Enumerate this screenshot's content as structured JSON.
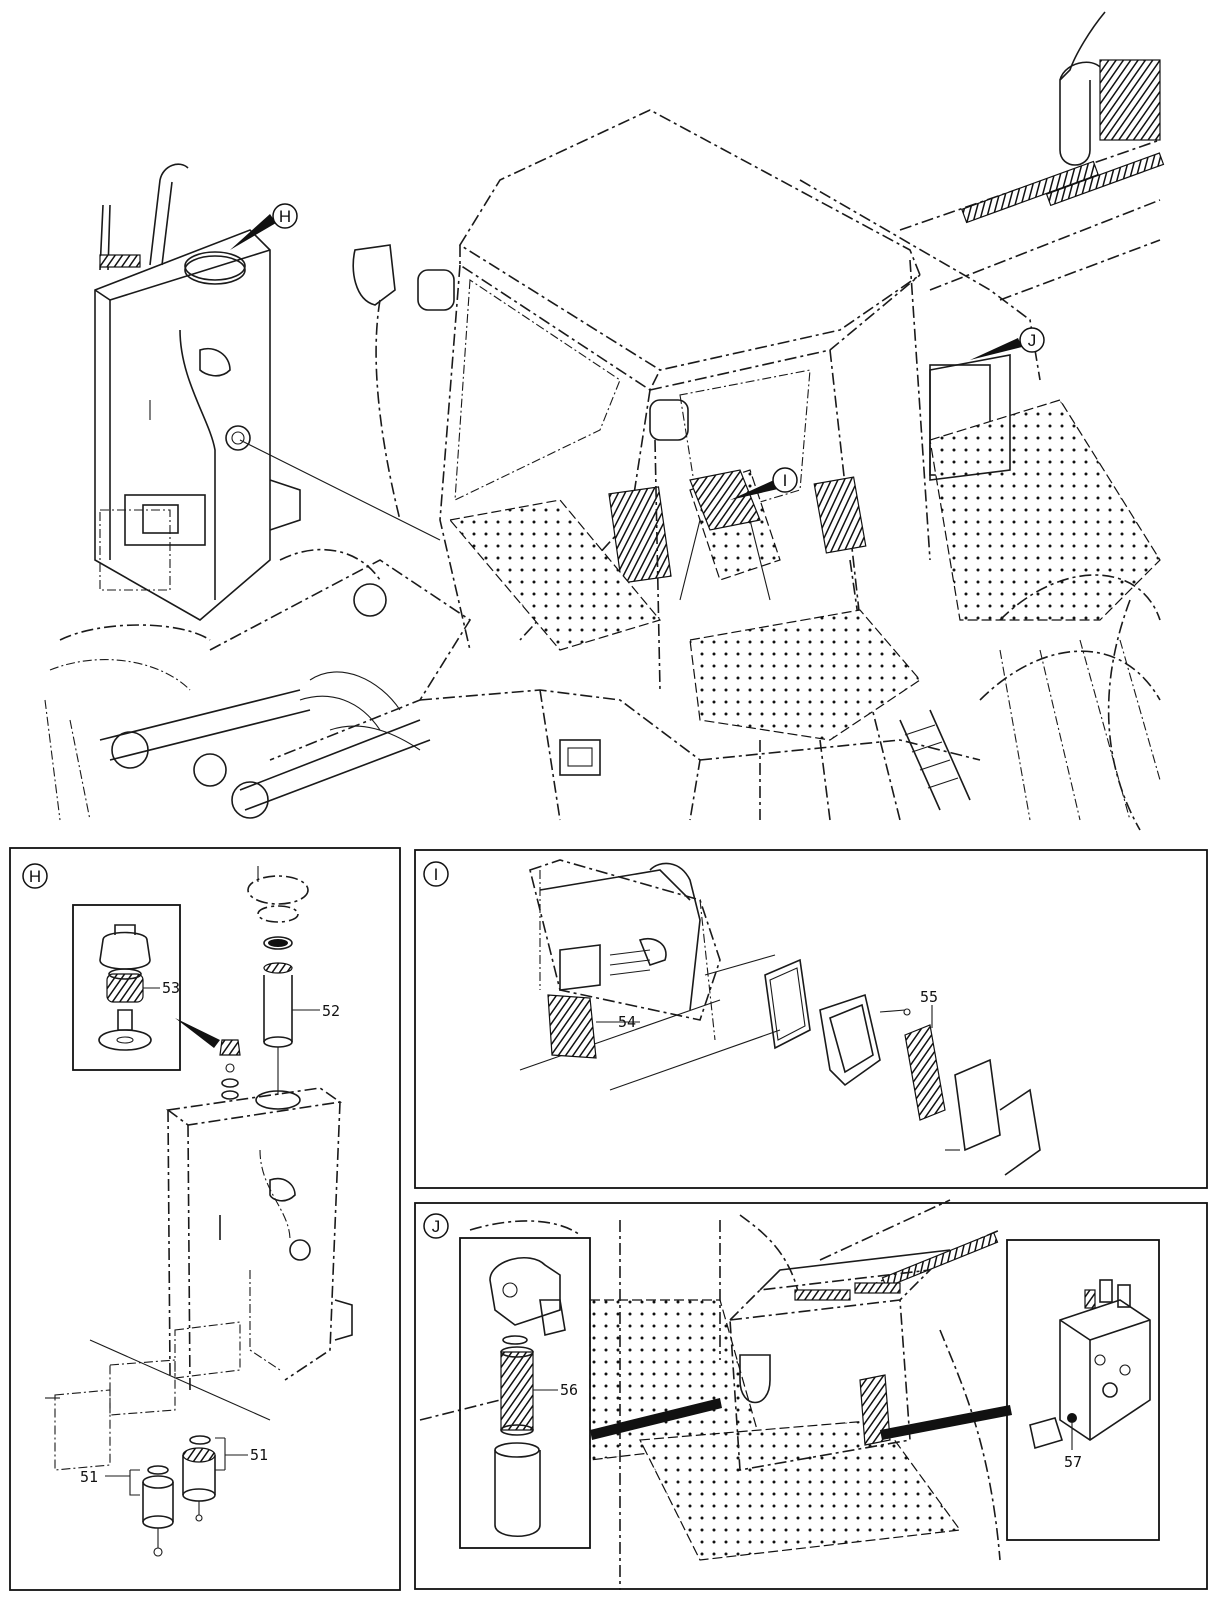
{
  "callouts": {
    "H": "H",
    "I": "I",
    "J": "J"
  },
  "panel_h": {
    "label": "H",
    "parts": [
      "53",
      "52",
      "51",
      "51"
    ]
  },
  "panel_i": {
    "label": "I",
    "parts": [
      "54",
      "55"
    ]
  },
  "panel_j": {
    "label": "J",
    "parts": [
      "56",
      "57"
    ]
  },
  "colors": {
    "line": "#1a1a1a",
    "background": "#ffffff"
  }
}
